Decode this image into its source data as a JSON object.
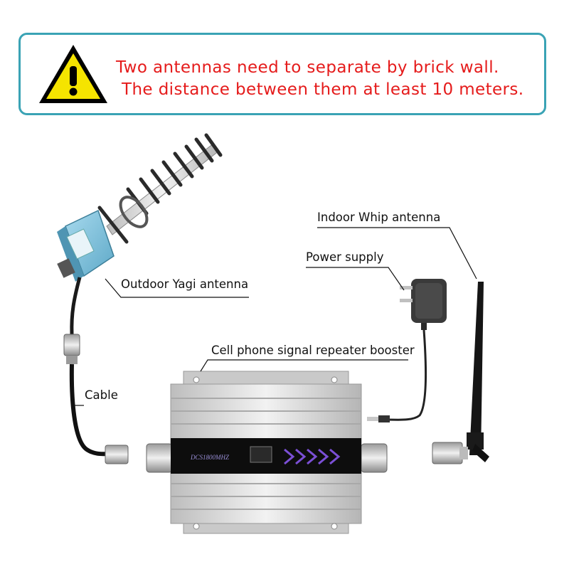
{
  "warning": {
    "line1": "Two antennas need to separate by brick wall.",
    "line2": "The distance between them at least 10 meters.",
    "text_color": "#e51b1b",
    "border_color": "#3aa3b5",
    "icon": "warning-triangle-icon"
  },
  "labels": {
    "indoor_antenna": "Indoor Whip antenna",
    "power_supply": "Power supply",
    "outdoor_antenna_prefix": "Outdoor",
    "outdoor_antenna_yagi": "Yagi",
    "outdoor_antenna_suffix": "antenna",
    "booster": "Cell phone signal repeater booster",
    "cable": "Cable"
  },
  "booster_display": {
    "band": "DCS1800MHZ"
  },
  "colors": {
    "antenna_box": "#7fc3de",
    "booster_body": "#d6d6d6",
    "display_panel": "#111111",
    "signal_arrows": "#7b4fd6"
  }
}
